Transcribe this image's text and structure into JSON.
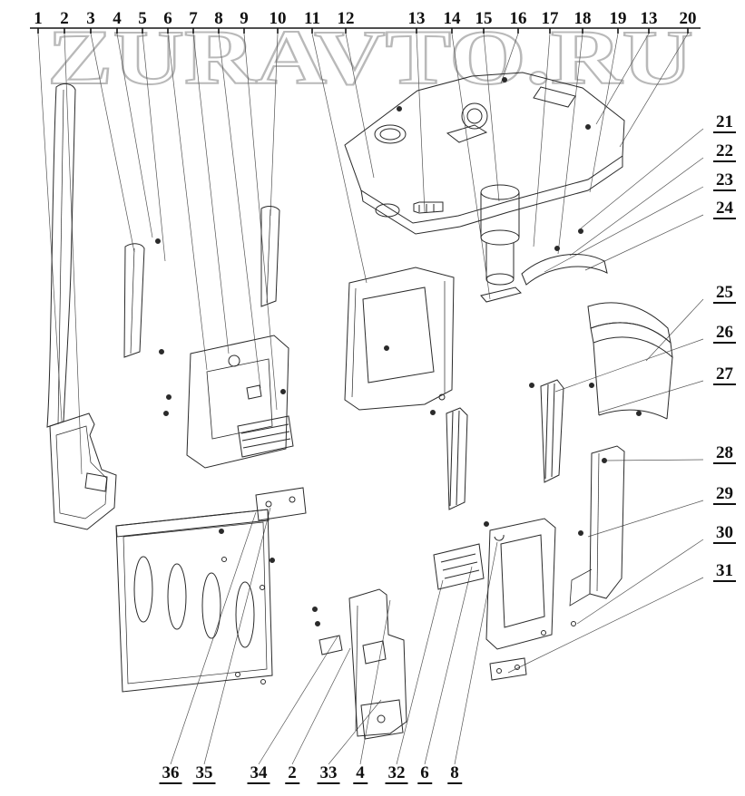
{
  "watermark": "ZURAVTO.RU",
  "callouts": {
    "top": [
      "1",
      "2",
      "3",
      "4",
      "5",
      "6",
      "7",
      "8",
      "9",
      "10",
      "11",
      "12",
      "13",
      "14",
      "15",
      "16",
      "17",
      "18",
      "19",
      "13",
      "20"
    ],
    "right": [
      "21",
      "22",
      "23",
      "24",
      "25",
      "26",
      "27",
      "28",
      "29",
      "30",
      "31"
    ],
    "bottom": [
      "36",
      "35",
      "34",
      "2",
      "33",
      "4",
      "32",
      "6",
      "8"
    ]
  }
}
